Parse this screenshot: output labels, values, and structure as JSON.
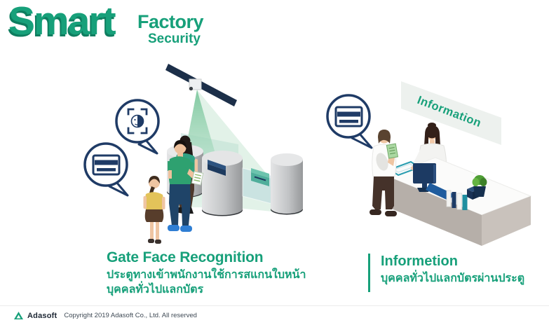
{
  "header": {
    "title": "Smart",
    "subtitle_line1": "Factory",
    "subtitle_line2": "Security"
  },
  "left_section": {
    "heading": "Gate Face Recognition",
    "description_line1": "ประตูทางเข้าพนักงานใช้การสแกนใบหน้า",
    "description_line2": "บุคคลทั่วไปแลกบัตร",
    "icons": [
      "face-scan-icon",
      "id-card-icon"
    ]
  },
  "right_section": {
    "heading": "Informetion",
    "description_line1": "บุคคลทั่วไปแลกบัตรผ่านประตู",
    "sign_label": "Information",
    "icons": [
      "id-card-icon"
    ]
  },
  "footer": {
    "brand": "Adasoft",
    "copyright": "Copyright 2019 Adasoft Co., Ltd. All reserved"
  },
  "colors": {
    "brand_green": "#17a07a",
    "brand_green_dark": "#0e7d5f",
    "navy": "#1f3b66",
    "scan_cone_green": "#9ed8b4",
    "gate_gray": "#c4c6c8",
    "desk_taupe": "#b6afa9"
  }
}
